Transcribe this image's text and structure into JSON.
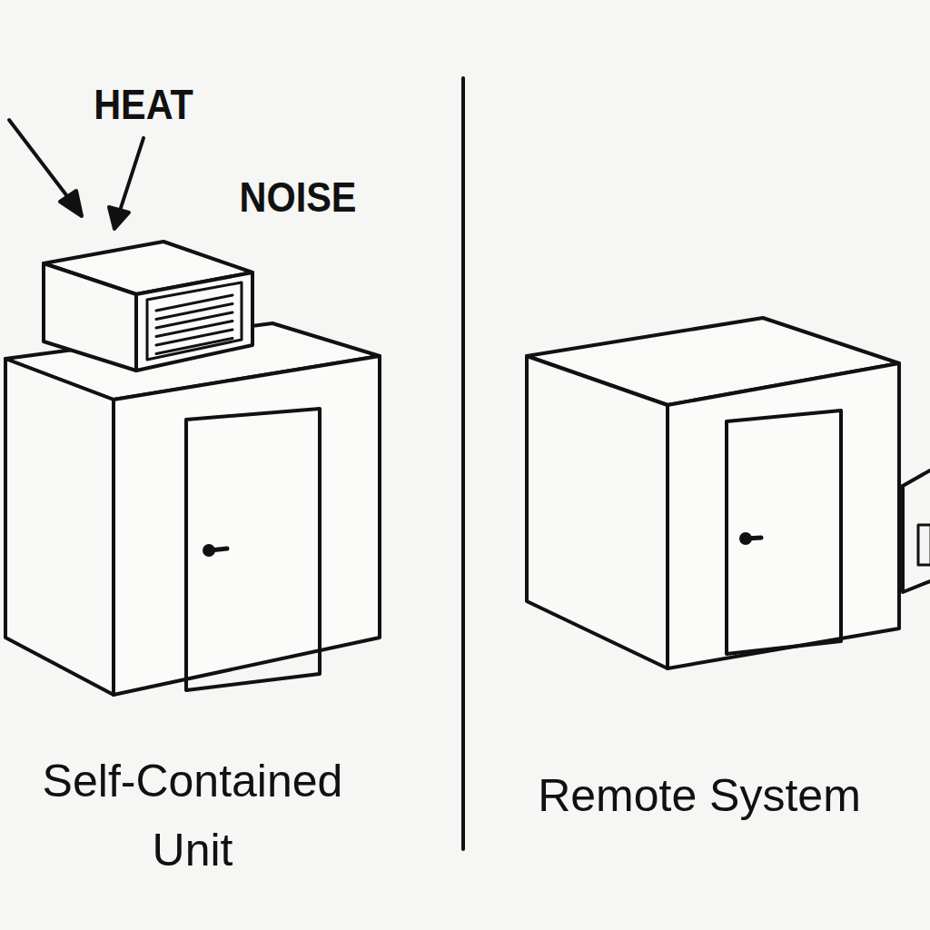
{
  "diagram": {
    "labels": [
      "HEAT",
      "NOISE",
      "Self-Contained Unit",
      "Remote System"
    ]
  }
}
